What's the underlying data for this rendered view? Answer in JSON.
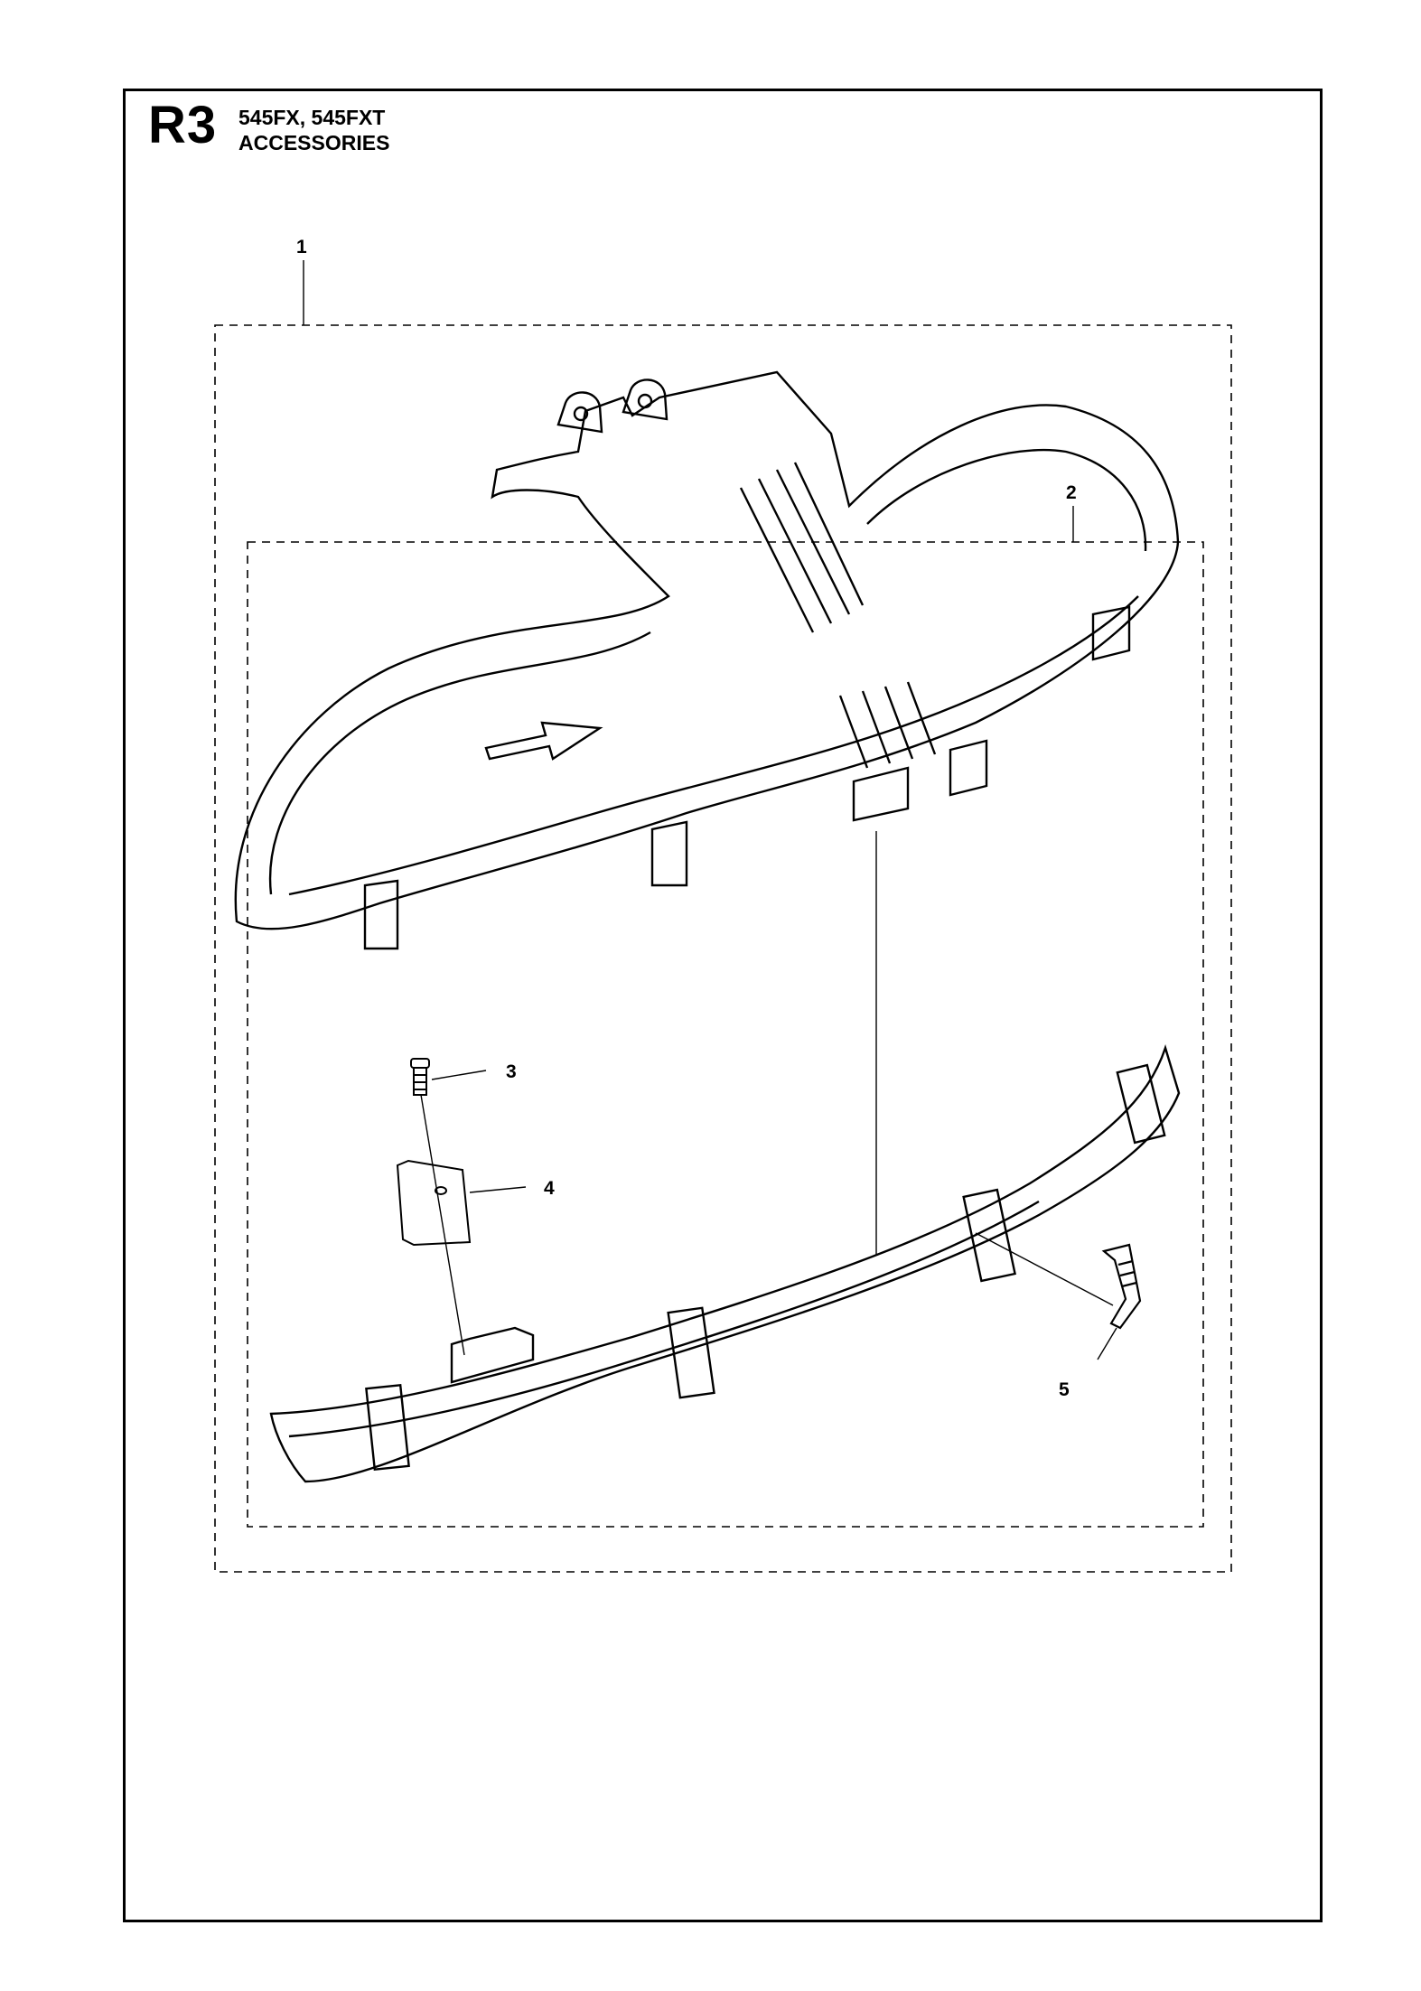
{
  "header": {
    "code": "R3",
    "models": "545FX, 545FXT",
    "section": "ACCESSORIES"
  },
  "callouts": [
    {
      "id": "1",
      "label": "1"
    },
    {
      "id": "2",
      "label": "2"
    },
    {
      "id": "3",
      "label": "3"
    },
    {
      "id": "4",
      "label": "4"
    },
    {
      "id": "5",
      "label": "5"
    }
  ],
  "colors": {
    "line": "#000000",
    "background": "#ffffff"
  }
}
